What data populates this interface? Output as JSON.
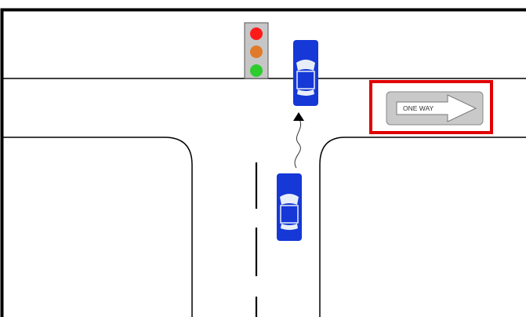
{
  "scene": {
    "description_free": true,
    "sign": {
      "text": "ONE WAY",
      "direction": "right"
    },
    "traffic_light": {
      "lights": [
        "red",
        "orange",
        "green"
      ]
    },
    "highlight": {
      "target": "one-way-sign"
    },
    "colors": {
      "car_body": "#1538d6",
      "car_window": "#e8eef8",
      "highlight": "#e10000",
      "light_housing": "#c6c6c6",
      "light_red": "#ff1a1a",
      "light_orange": "#e07a2a",
      "light_green": "#2ccc2c",
      "sign_plate": "#c9c9c9",
      "sign_arrow": "#ffffff",
      "road_line": "#000000",
      "frame": "#000000"
    }
  }
}
